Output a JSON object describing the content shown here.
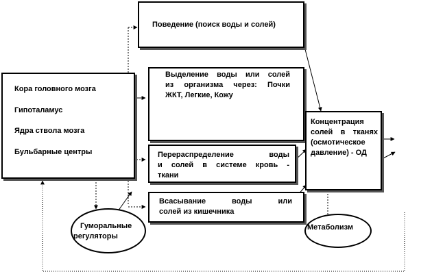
{
  "boxes": {
    "behavior": "Поведение  (поиск воды и солей)",
    "brain": {
      "cortex": "Кора головного мозга",
      "hypothalamus": "Гипоталамус",
      "brainstem": "Ядра ствола мозга",
      "bulbar": "Бульбарные  центры"
    },
    "excretion": {
      "line1": "Выделение  воды  или  солей",
      "line2": "из  организма  через:  Почки",
      "line3": "ЖКТ,  Легкие,  Кожу"
    },
    "redistribution": {
      "line1": "Перераспределение      воды",
      "line2": "и  солей  в  системе  кровь  -",
      "line3": "ткани"
    },
    "absorption": {
      "line1": "Всасывание    воды       или",
      "line2": "солей   из кишечника"
    },
    "concentration": {
      "line1": "Концентрация",
      "line2": "солей   в   тканях",
      "line3": "(осмотическое",
      "line4": "давление)  -  ОД"
    }
  },
  "ellipses": {
    "humoral": {
      "line1": "Гуморальные",
      "line2": "регуляторы"
    },
    "metabolism": "Метаболизм"
  }
}
